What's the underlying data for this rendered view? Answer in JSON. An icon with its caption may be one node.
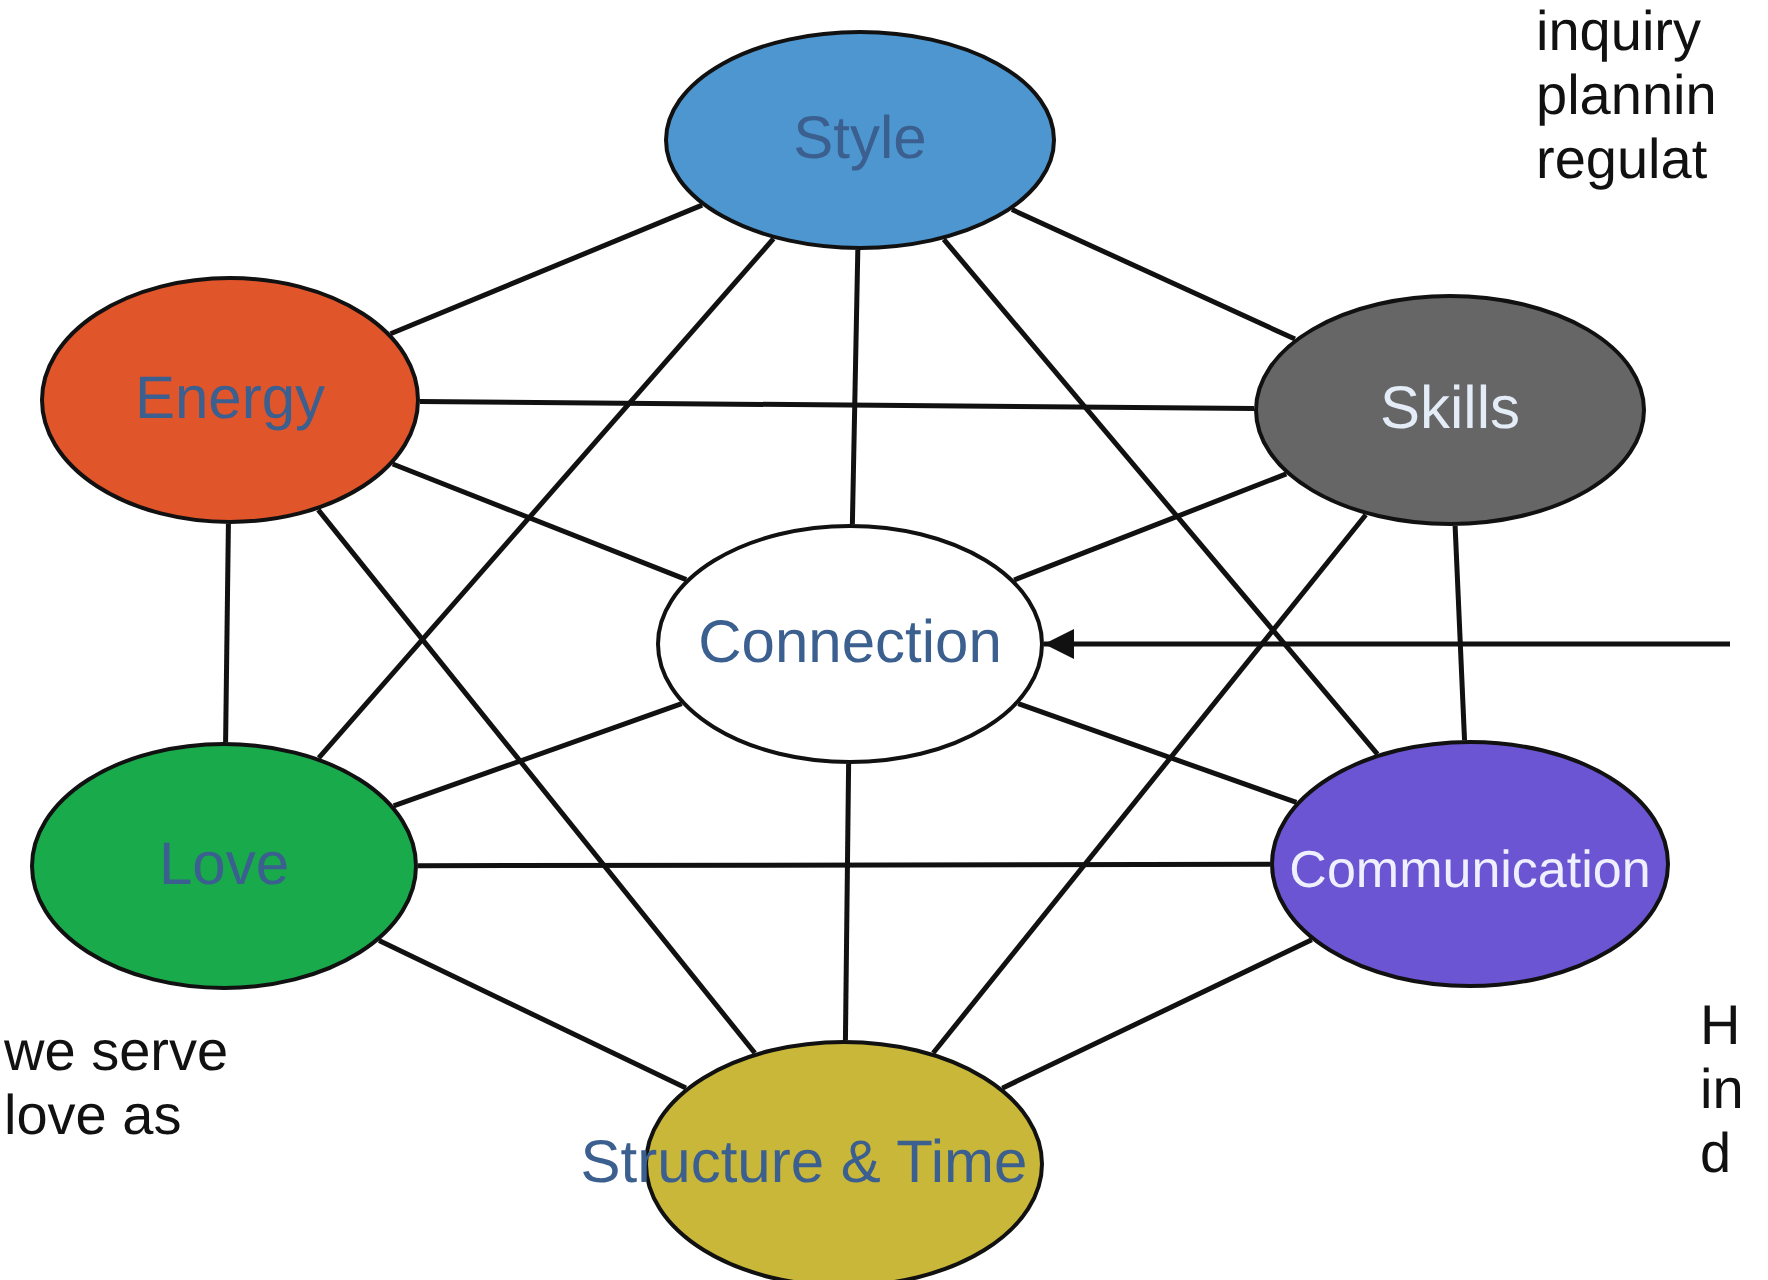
{
  "diagram": {
    "nodes": [
      {
        "text": [
          "Style"
        ]
      },
      {
        "text": [
          "Energy"
        ]
      },
      {
        "text": [
          "Skills"
        ]
      },
      {
        "text": [
          "Connection"
        ]
      },
      {
        "text": [
          "Love"
        ]
      },
      {
        "text": [
          "Communication"
        ]
      },
      {
        "text": [
          "Structure & Time"
        ]
      }
    ],
    "edges": [
      {
        "from": 0,
        "to": 1,
        "arrow": "none"
      },
      {
        "from": 0,
        "to": 2,
        "arrow": "none"
      },
      {
        "from": 0,
        "to": 3,
        "arrow": "none"
      },
      {
        "from": 0,
        "to": 4,
        "arrow": "none"
      },
      {
        "from": 0,
        "to": 5,
        "arrow": "none"
      },
      {
        "from": 1,
        "to": 2,
        "arrow": "none"
      },
      {
        "from": 1,
        "to": 3,
        "arrow": "none"
      },
      {
        "from": 1,
        "to": 4,
        "arrow": "none"
      },
      {
        "from": 1,
        "to": 6,
        "arrow": "none"
      },
      {
        "from": 2,
        "to": 3,
        "arrow": "none"
      },
      {
        "from": 2,
        "to": 5,
        "arrow": "none"
      },
      {
        "from": 2,
        "to": 6,
        "arrow": "none"
      },
      {
        "from": 3,
        "to": 4,
        "arrow": "none"
      },
      {
        "from": 3,
        "to": 5,
        "arrow": "none"
      },
      {
        "from": 3,
        "to": 6,
        "arrow": "none"
      },
      {
        "from": 4,
        "to": 5,
        "arrow": "none"
      },
      {
        "from": 4,
        "to": 6,
        "arrow": "none"
      },
      {
        "from": 5,
        "to": 6,
        "arrow": "none"
      },
      {
        "from": null,
        "to": 3,
        "arrow": "to"
      }
    ],
    "labels": [
      "inquiry plannin regulat",
      "we serve love as",
      "H in d"
    ]
  }
}
